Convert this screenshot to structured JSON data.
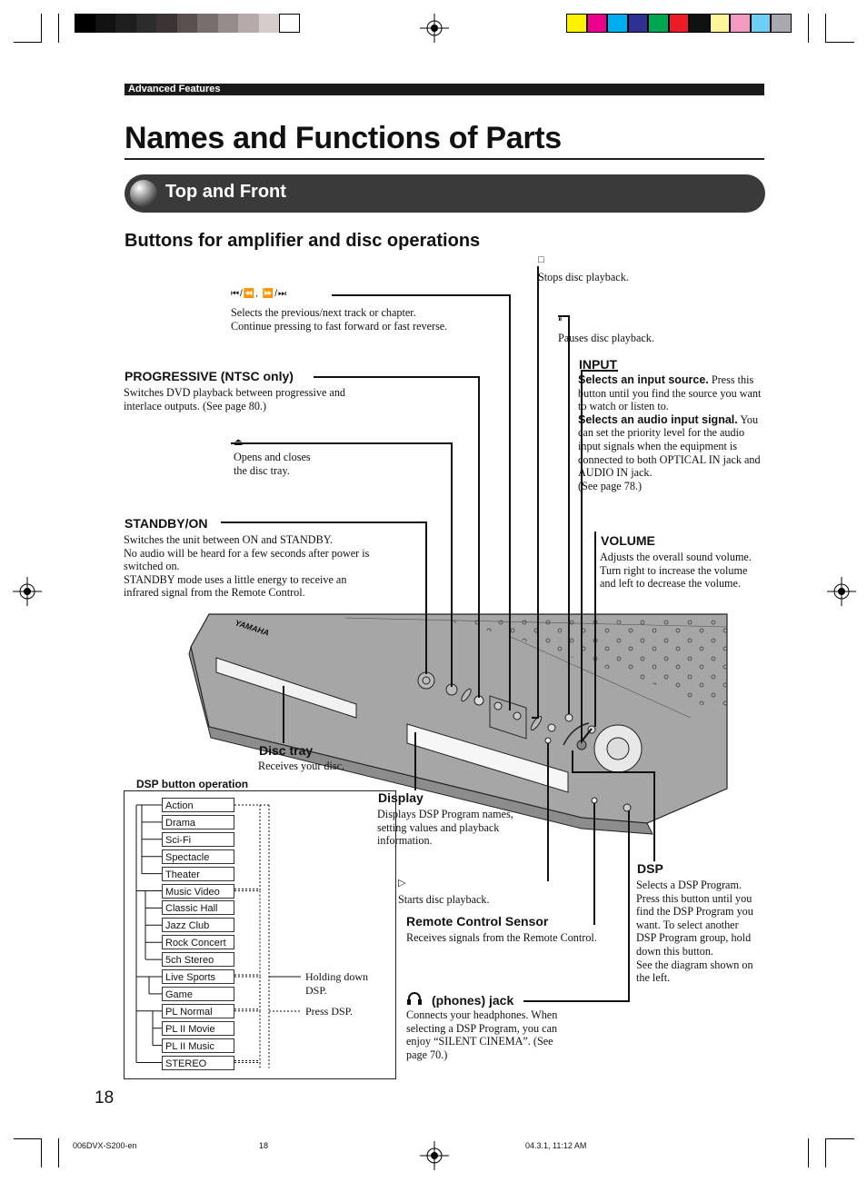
{
  "header": {
    "section": "Advanced Features",
    "title": "Names and Functions of Parts",
    "band_label": "Top and Front",
    "subtitle": "Buttons for amplifier and disc operations"
  },
  "colors": {
    "grey_swatches": [
      "#000000",
      "#121212",
      "#1e1e1e",
      "#2c2c2c",
      "#3c3434",
      "#5a5050",
      "#786e6e",
      "#978c8c",
      "#b6aaaa",
      "#d7cccc",
      "#ffffff"
    ],
    "color_swatches": [
      "#fff200",
      "#ec008c",
      "#00aeef",
      "#2e3192",
      "#00a651",
      "#ed1c24",
      "#111111",
      "#fff799",
      "#f49ac2",
      "#6dcff6",
      "#a7a9ac"
    ],
    "band": "#3a3a3a"
  },
  "callouts": {
    "stop": {
      "icon": "□",
      "desc": "Stops disc playback."
    },
    "skip": {
      "icon": "⏮/⏪, ⏩/⏭",
      "desc": "Selects the previous/next track or chapter.\nContinue pressing to fast forward or fast reverse."
    },
    "pause": {
      "icon": "⏸",
      "desc": "Pauses disc playback."
    },
    "progressive": {
      "label": "PROGRESSIVE (NTSC only)",
      "desc": "Switches DVD playback between progressive and\ninterlace outputs. (See page 80.)"
    },
    "input": {
      "label": "INPUT",
      "bold1": "Selects an input source.",
      "text1": " Press this button until you find the source you want to watch or listen to.",
      "bold2": "Selects an audio input signal.",
      "text2": " You can set the priority level for the audio input signals when the equipment is connected to both OPTICAL IN jack and AUDIO IN jack.\n(See page 78.)"
    },
    "eject": {
      "icon": "⏏",
      "desc": "Opens and closes\nthe disc tray."
    },
    "standby": {
      "label": "STANDBY/ON",
      "desc": "Switches the unit between ON and STANDBY.\nNo audio will be heard for a few seconds after power is\nswitched on.\nSTANDBY mode uses a little energy to receive an\ninfrared signal from the Remote Control."
    },
    "volume": {
      "label": "VOLUME",
      "desc": "Adjusts the overall sound volume.\nTurn right to increase the volume\nand left to decrease the volume."
    },
    "disc_tray": {
      "label": "Disc tray",
      "desc": "Receives your disc."
    },
    "display": {
      "label": "Display",
      "desc": "Displays DSP Program names,\nsetting values and playback\ninformation."
    },
    "play": {
      "icon": "▷",
      "desc": "Starts disc playback."
    },
    "dsp": {
      "label": "DSP",
      "desc": "Selects a DSP Program.\nPress this button until you\nfind the DSP Program you\nwant. To select another\nDSP Program group, hold\ndown this button.\nSee the diagram shown on\nthe left."
    },
    "remote_sensor": {
      "label": "Remote Control Sensor",
      "desc": "Receives signals from the Remote Control."
    },
    "phones": {
      "label": "(phones) jack",
      "desc": "Connects your headphones. When\nselecting a DSP Program, you can\nenjoy “SILENT CINEMA”. (See\npage 70.)"
    }
  },
  "device": {
    "brand": "YAMAHA"
  },
  "dsp_box": {
    "title": "DSP button operation",
    "items": [
      "Action",
      "Drama",
      "Sci-Fi",
      "Spectacle",
      "Theater",
      "Music Video",
      "Classic Hall",
      "Jazz Club",
      "Rock Concert",
      "5ch Stereo",
      "Live Sports",
      "Game",
      "PL Normal",
      "PL II Movie",
      "PL II Music",
      "STEREO"
    ],
    "legend_hold": "Holding down\nDSP.",
    "legend_press": "Press DSP."
  },
  "footer": {
    "page_number": "18",
    "file": "006DVX-S200-en",
    "page_small": "18",
    "timestamp": "04.3.1, 11:12 AM"
  }
}
